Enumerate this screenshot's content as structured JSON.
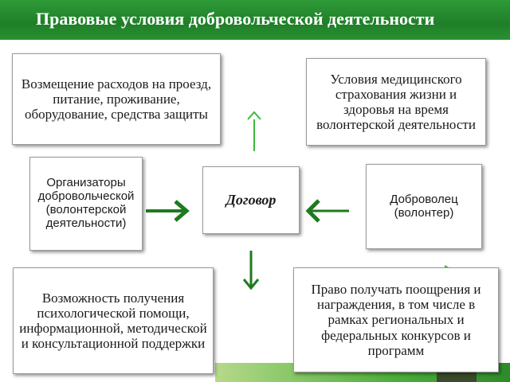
{
  "header": {
    "title": "Правовые условия добровольческой деятельности"
  },
  "boxes": {
    "top_left": "Возмещение расходов на проезд, питание, проживание, оборудование, средства защиты",
    "top_right": "Условия медицинского страхования жизни и здоровья на время волонтерской деятельности",
    "mid_left": "Организаторы добровольческой (волонтерской деятельности)",
    "center": "Договор",
    "mid_right": "Доброволец (волонтер)",
    "bottom_left": "Возможность получения психологической помощи, информационной, методической и консультационной поддержки",
    "bottom_right": "Право получать поощрения и награждения, в том числе в рамках региональных и федеральных конкурсов и программ"
  },
  "colors": {
    "header": "#2a8f32",
    "arrow_dark": "#1f7a1f",
    "arrow_light": "#3db83d"
  },
  "icons": {
    "arrow_up": "arrow-up-icon",
    "arrow_down": "arrow-down-icon",
    "arrow_right": "arrow-right-icon",
    "arrow_left": "arrow-left-icon"
  }
}
